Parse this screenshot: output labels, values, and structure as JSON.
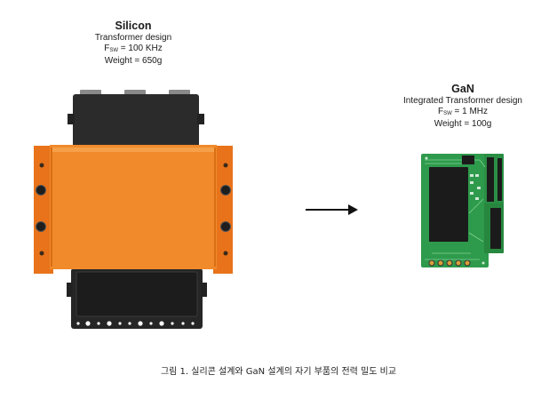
{
  "silicon": {
    "title": "Silicon",
    "line1": "Transformer design",
    "fsw_label": "F",
    "fsw_sub": "SW",
    "fsw_value": " = 100 KHz",
    "weight": "Weight = 650g"
  },
  "gan": {
    "title": "GaN",
    "line1": "Integrated Transformer design",
    "fsw_label": "F",
    "fsw_sub": "SW",
    "fsw_value": " = 1 MHz",
    "weight": "Weight = 100g"
  },
  "caption": "그림 1. 실리콘 설계와 GaN 설계의 자기 부품의 전력 밀도 비교",
  "colors": {
    "transformer_orange": "#f08a2a",
    "transformer_orange_dark": "#d96f14",
    "transformer_black": "#2a2a2a",
    "pcb_green": "#2e9a4c",
    "pcb_green_dark": "#1f7a38",
    "chip_black": "#1b1b1b",
    "arrow": "#111111"
  }
}
